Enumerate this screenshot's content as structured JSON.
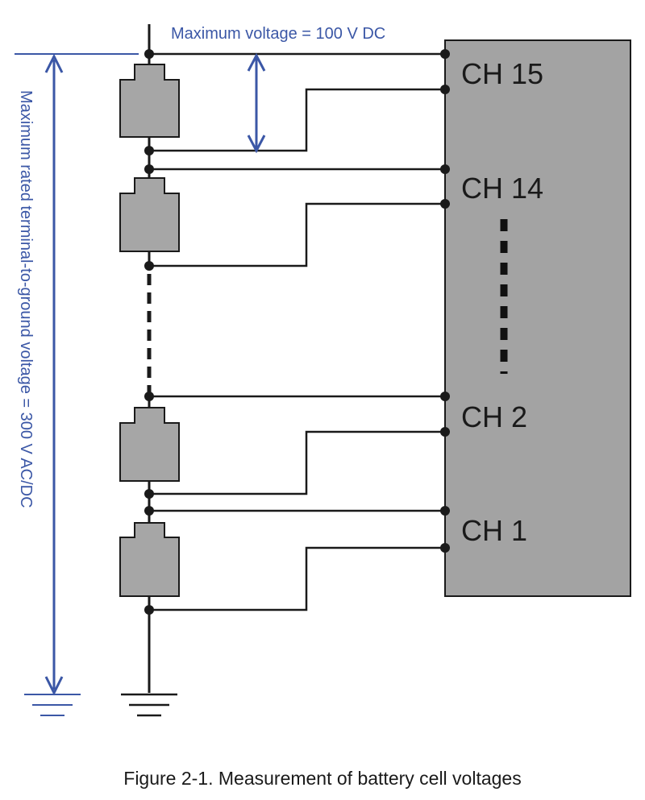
{
  "diagram": {
    "top_annotation": "Maximum voltage = 100 V DC",
    "side_annotation": "Maximum rated terminal-to-ground voltage = 300 V AC/DC",
    "channels": [
      "CH 15",
      "CH 14",
      "CH 2",
      "CH 1"
    ],
    "colors": {
      "annotation": "#3b57a6",
      "wire": "#1a1a1a",
      "cell_fill": "#a6a6a6",
      "module_fill": "#a3a3a3"
    }
  },
  "caption": "Figure 2-1. Measurement of battery cell voltages"
}
